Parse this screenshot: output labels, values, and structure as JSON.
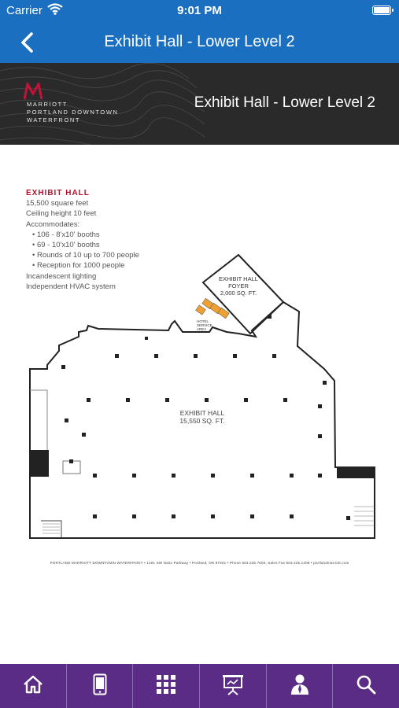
{
  "status_bar": {
    "carrier": "Carrier",
    "time": "9:01 PM"
  },
  "nav": {
    "title": "Exhibit Hall - Lower Level 2",
    "back_icon": "chevron-left-icon"
  },
  "banner": {
    "brand_line1": "MARRIOTT",
    "brand_line2": "PORTLAND DOWNTOWN",
    "brand_line3": "WATERFRONT",
    "title": "Exhibit Hall - Lower Level 2"
  },
  "info": {
    "heading": "EXHIBIT HALL",
    "lines": [
      "15,500 square feet",
      "Ceiling height 10 feet",
      "Accommodates:"
    ],
    "bullets": [
      "106 - 8'x10' booths",
      "69 - 10'x10' booths",
      "Rounds of 10 up to 700 people",
      "Reception for 1000 people"
    ],
    "extra": [
      "Incandescent lighting",
      "Independent HVAC system"
    ]
  },
  "plan": {
    "foyer_name": "EXHIBIT HALL",
    "foyer_name2": "FOYER",
    "foyer_size": "2,000 SQ. FT.",
    "hall_name": "EXHIBIT HALL",
    "hall_size": "15,550 SQ. FT.",
    "service_label": "HOTEL SERVICE AREA",
    "footer": "PORTLAND MARRIOTT DOWNTOWN WATERFRONT • 1401 SW Naito Parkway • Portland, OR 97201 • Phone 503.226.7600, Sales Fax 503.226.1209 • portlandmarriott.com"
  },
  "tabs": [
    {
      "name": "home-icon"
    },
    {
      "name": "mobile-device-icon"
    },
    {
      "name": "grid-apps-icon"
    },
    {
      "name": "presentation-board-icon"
    },
    {
      "name": "person-icon"
    },
    {
      "name": "search-icon"
    }
  ],
  "colors": {
    "nav": "#1a6fc0",
    "banner": "#2b2a2a",
    "accent": "#b3122e",
    "tab_bar": "#5b2c86",
    "foyer_highlight": "#f0a030"
  }
}
